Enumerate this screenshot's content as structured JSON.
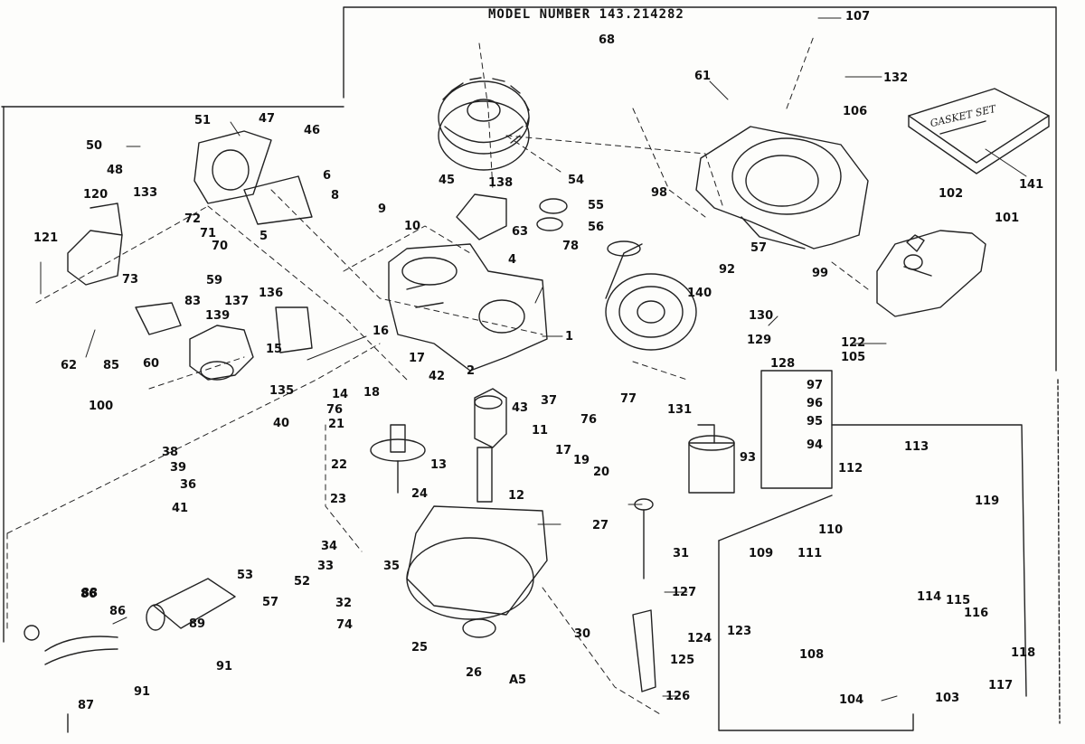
{
  "diagram": {
    "model_title": "MODEL NUMBER 143.214282",
    "gasket_set_label": "GASKET SET",
    "section_marker": "A5",
    "callouts": [
      "107",
      "68",
      "132",
      "61",
      "106",
      "141",
      "98",
      "102",
      "101",
      "57",
      "99",
      "92",
      "140",
      "130",
      "129",
      "128",
      "122",
      "105",
      "131",
      "97",
      "96",
      "95",
      "94",
      "93",
      "113",
      "112",
      "119",
      "110",
      "111",
      "114",
      "115",
      "116",
      "118",
      "117",
      "109",
      "123",
      "108",
      "104",
      "103",
      "138",
      "45",
      "54",
      "55",
      "56",
      "78",
      "63",
      "4",
      "1",
      "2",
      "17",
      "42",
      "43",
      "37",
      "77",
      "76",
      "47",
      "51",
      "50",
      "48",
      "46",
      "6",
      "8",
      "9",
      "10",
      "5",
      "120",
      "133",
      "121",
      "72",
      "71",
      "70",
      "73",
      "59",
      "83",
      "137",
      "136",
      "16",
      "139",
      "15",
      "135",
      "62",
      "85",
      "60",
      "100",
      "14",
      "18",
      "76",
      "21",
      "40",
      "38",
      "39",
      "36",
      "41",
      "22",
      "13",
      "11",
      "12",
      "17",
      "19",
      "20",
      "23",
      "24",
      "27",
      "31",
      "127",
      "124",
      "125",
      "126",
      "34",
      "35",
      "33",
      "32",
      "74",
      "52",
      "53",
      "57",
      "86",
      "86",
      "89",
      "88",
      "87",
      "91",
      "91",
      "25",
      "26",
      "30"
    ]
  }
}
